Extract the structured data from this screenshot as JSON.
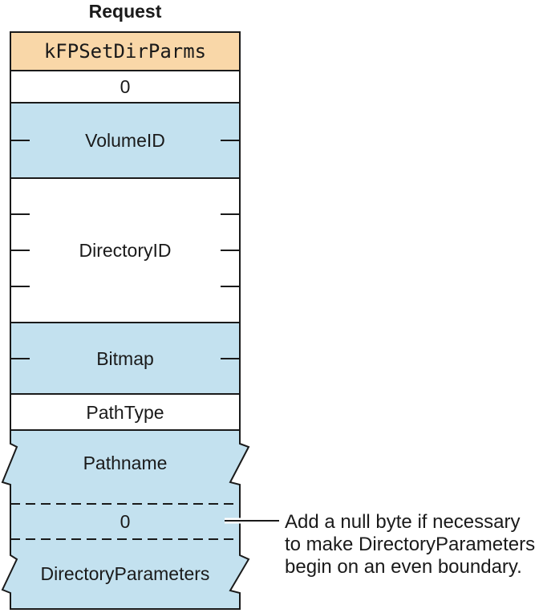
{
  "diagram": {
    "title": "Request",
    "fields": [
      {
        "name": "opcode",
        "label": "kFPSetDirParms"
      },
      {
        "name": "pad-byte",
        "label": "0"
      },
      {
        "name": "volume-id",
        "label": "VolumeID"
      },
      {
        "name": "directory-id",
        "label": "DirectoryID"
      },
      {
        "name": "bitmap",
        "label": "Bitmap"
      },
      {
        "name": "path-type",
        "label": "PathType"
      },
      {
        "name": "pathname",
        "label": "Pathname"
      },
      {
        "name": "null-byte",
        "label": "0"
      },
      {
        "name": "directory-parameters",
        "label": "DirectoryParameters"
      }
    ],
    "annotation": {
      "lines": [
        "Add a null byte if necessary",
        "to make DirectoryParameters",
        "begin on an even boundary."
      ]
    },
    "colors": {
      "opcode_fill": "#f9d7a8",
      "field_fill": "#c3e1ef",
      "line": "#1a1a1a",
      "text": "#1a1a1a",
      "background": "#ffffff"
    }
  }
}
